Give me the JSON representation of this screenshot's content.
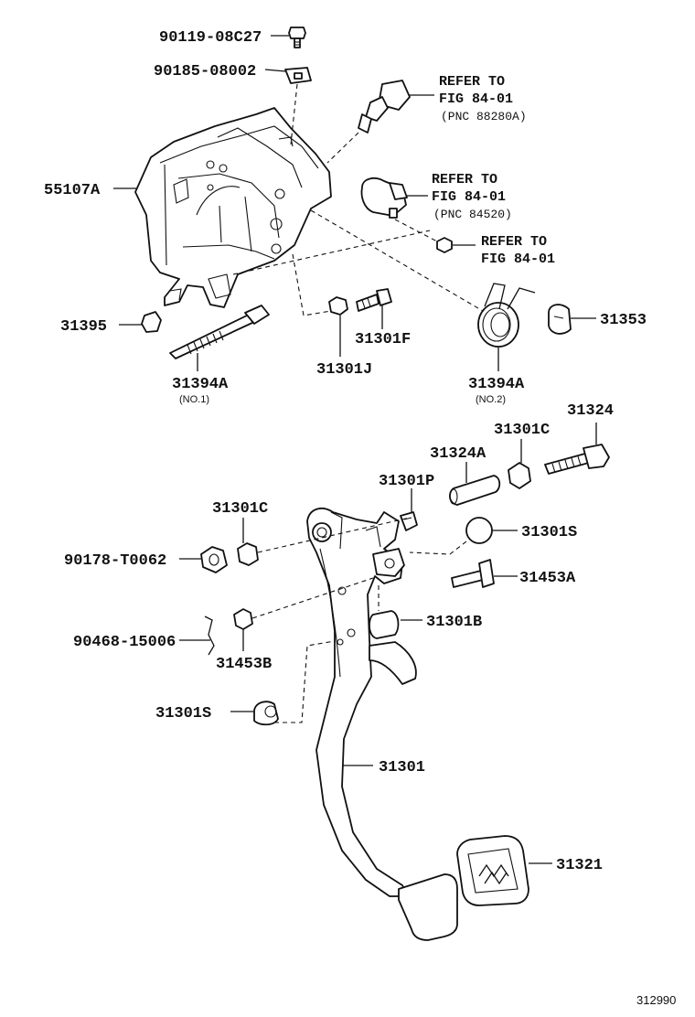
{
  "labels": {
    "p90119": "90119-08C27",
    "p90185": "90185-08002",
    "p55107a": "55107A",
    "p31395": "31395",
    "p31394a_1": "31394A",
    "p31394a_1_sub": "(NO.1)",
    "p31301j": "31301J",
    "p31301f": "31301F",
    "p31394a_2": "31394A",
    "p31394a_2_sub": "(NO.2)",
    "p31353": "31353",
    "p31324": "31324",
    "p31301c_r": "31301C",
    "p31324a": "31324A",
    "p31301p": "31301P",
    "p31301c_l": "31301C",
    "p31301s_r": "31301S",
    "p90178": "90178-T0062",
    "p31453a": "31453A",
    "p31301b": "31301B",
    "p90468": "90468-15006",
    "p31453b": "31453B",
    "p31301s_l": "31301S",
    "p31301": "31301",
    "p31321": "31321"
  },
  "refs": {
    "r1_line1": "REFER TO",
    "r1_line2": "FIG 84-01",
    "r1_line3": "(PNC 88280A)",
    "r2_line1": "REFER TO",
    "r2_line2": "FIG 84-01",
    "r2_line3": "(PNC 84520)",
    "r3_line1": "REFER TO",
    "r3_line2": "FIG 84-01"
  },
  "diagram_code": "312990"
}
